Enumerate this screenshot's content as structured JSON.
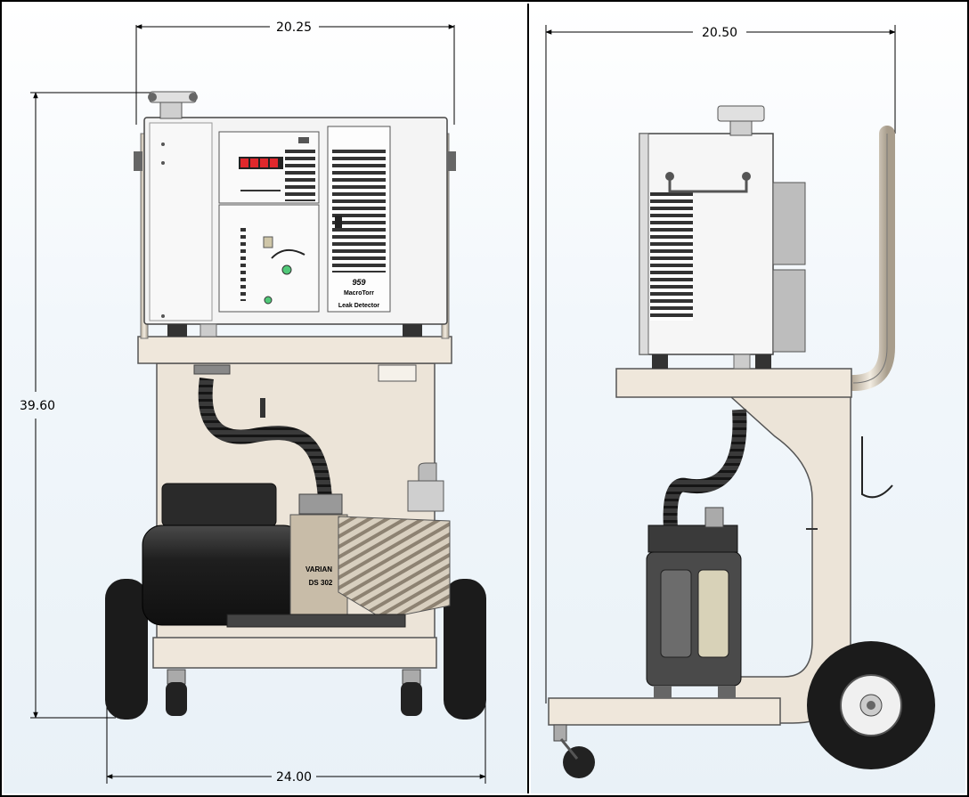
{
  "dimensions": {
    "front_top_width": "20.25",
    "front_height": "39.60",
    "front_bottom_width": "24.00",
    "side_top_width": "20.50"
  },
  "front_panel": {
    "model_number": "959",
    "brand": "MacroTorr",
    "product": "Leak Detector"
  },
  "pump": {
    "brand": "VARIAN",
    "model": "DS 302"
  },
  "colors": {
    "background": "#edf3f8",
    "cart": "#ece4d8",
    "cabinet": "#f4f4f4",
    "tire": "#1b1b1b",
    "motor": "#222222",
    "pump_body": "#c8bca8",
    "led": "#e0282c"
  }
}
